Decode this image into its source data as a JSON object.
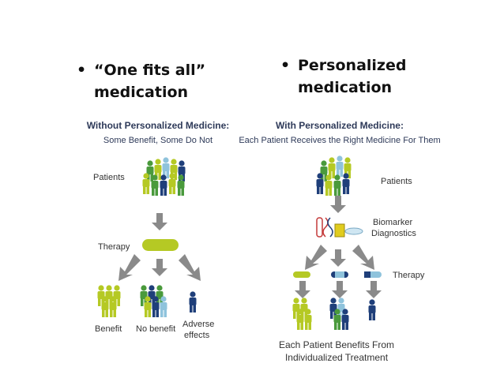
{
  "bullets": {
    "left": {
      "symbol": "•",
      "line1": "“One fits all”",
      "line2": "medication"
    },
    "right": {
      "symbol": "•",
      "line1": "Personalized",
      "line2": "medication"
    }
  },
  "left_panel": {
    "title": "Without Personalized Medicine:",
    "subtitle": "Some Benefit, Some Do Not",
    "patients_label": "Patients",
    "therapy_label": "Therapy",
    "outcomes": {
      "benefit": "Benefit",
      "no_benefit": "No benefit",
      "adverse_line1": "Adverse",
      "adverse_line2": "effects"
    }
  },
  "right_panel": {
    "title": "With Personalized Medicine:",
    "subtitle": "Each Patient Receives the Right Medicine For Them",
    "patients_label": "Patients",
    "biomarker_line1": "Biomarker",
    "biomarker_line2": "Diagnostics",
    "therapy_label": "Therapy",
    "footer_line1": "Each Patient Benefits From",
    "footer_line2": "Individualized Treatment"
  },
  "colors": {
    "lime": "#b5c924",
    "green": "#4a9a3c",
    "navy": "#1f3f7a",
    "lightblue": "#8fc3dc",
    "arrow_gray": "#8a8a8a",
    "heading_navy": "#2e3a59"
  }
}
